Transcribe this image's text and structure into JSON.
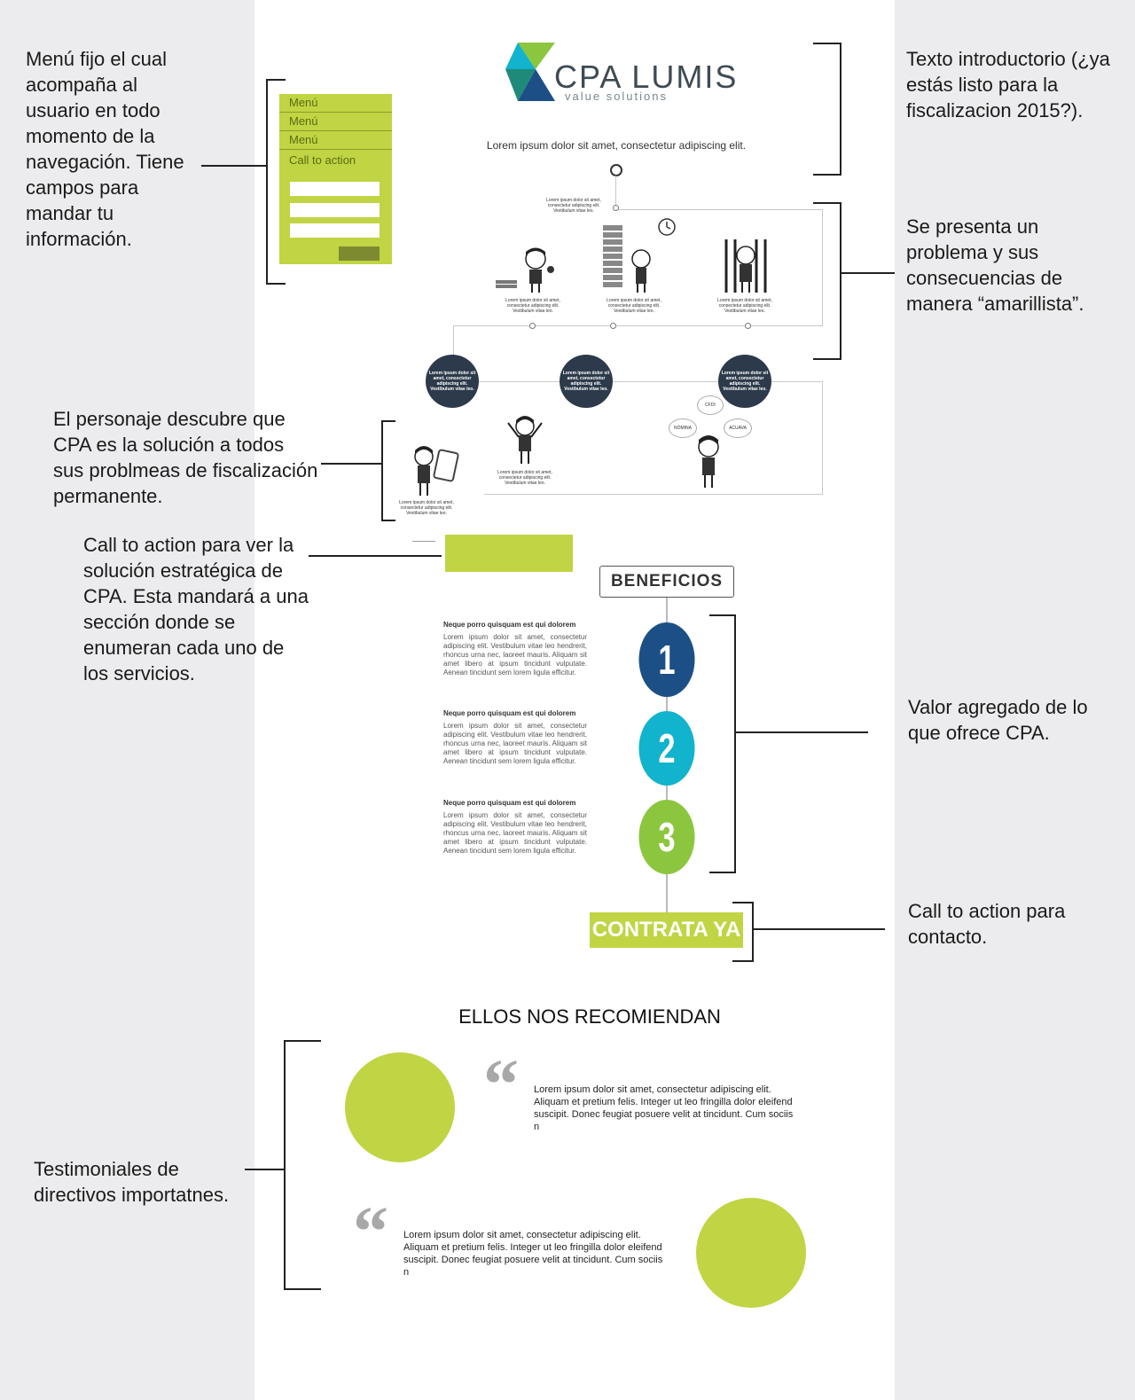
{
  "annotations": {
    "menu": "Menú fijo el cual acompaña al usuario en todo momento de la navegación. Tiene campos para mandar tu información.",
    "intro": "Texto introductorio (¿ya estás listo para la fiscalizacion 2015?).",
    "problem": "Se presenta un problema y sus consecuencias de manera “amarillista”.",
    "discovery": "El personaje descubre que CPA es la solución a todos sus problmeas de fiscalización permanente.",
    "cta_solution": "Call to action para ver la solución estratégica de CPA. Esta mandará a una sección donde se enumeran cada uno de los servicios.",
    "value": "Valor agregado de lo que ofrece CPA.",
    "cta_contact": "Call to action para contacto.",
    "testimonials": "Testimoniales de directivos importatnes."
  },
  "menu": {
    "items": [
      "Menú",
      "Menú",
      "Menú"
    ],
    "cta": "Call to action"
  },
  "logo": {
    "name": "CPA LUMIS",
    "tagline": "value solutions"
  },
  "intro_text": "Lorem ipsum dolor sit amet, consectetur adipiscing elit.",
  "small_caption": "Lorem ipsum dolor sit amet, consectetur adipiscing elit. Vestibulum vitae leo.",
  "circle_caption": "Lorem ipsum dolor sit amet, consectetur adipiscing elit. Vestibulum vitae leo.",
  "clouds": [
    "CFDI",
    "NÓMINA",
    "ACUAVA"
  ],
  "benefits": {
    "title": "BENEFICIOS",
    "items": [
      {
        "num": "1",
        "heading": "Neque porro quisquam est qui dolorem",
        "text": "Lorem ipsum dolor sit amet, consectetur adipiscing elit. Vestibulum vitae leo hendrerit, rhoncus urna nec, laoreet mauris. Aliquam sit amet libero at ipsum tincidunt vulputate. Aenean tincidunt sem lorem ligula efficitur."
      },
      {
        "num": "2",
        "heading": "Neque porro quisquam est qui dolorem",
        "text": "Lorem ipsum dolor sit amet, consectetur adipiscing elit. Vestibulum vitae leo hendrerit, rhoncus urna nec, laoreet mauris. Aliquam sit amet libero at ipsum tincidunt vulputate. Aenean tincidunt sem lorem ligula efficitur."
      },
      {
        "num": "3",
        "heading": "Neque porro quisquam est qui dolorem",
        "text": "Lorem ipsum dolor sit amet, consectetur adipiscing elit. Vestibulum vitae leo hendrerit, rhoncus urna nec, laoreet mauris. Aliquam sit amet libero at ipsum tincidunt vulputate. Aenean tincidunt sem lorem ligula efficitur."
      }
    ],
    "colors": [
      "#1b4f86",
      "#11b3cd",
      "#8cc63f"
    ]
  },
  "contrata": "CONTRATA YA",
  "testimonials": {
    "title": "ELLOS NOS RECOMIENDAN",
    "items": [
      "Lorem ipsum dolor sit amet, consectetur adipiscing elit. Aliquam et pretium felis. Integer ut leo fringilla dolor eleifend suscipit. Donec feugiat posuere velit at tincidunt. Cum sociis n",
      "Lorem ipsum dolor sit amet, consectetur adipiscing elit. Aliquam et pretium felis. Integer ut leo fringilla dolor eleifend suscipit. Donec feugiat posuere velit at tincidunt. Cum sociis n"
    ]
  },
  "colors": {
    "accent_green": "#c1d443",
    "dark_navy": "#2d3a4b",
    "page_bg": "#ececee"
  }
}
